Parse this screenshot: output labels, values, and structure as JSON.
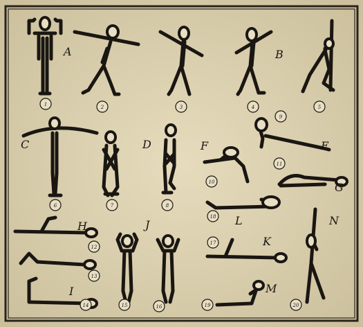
{
  "letters": [
    "A",
    "B",
    "C",
    "D",
    "F",
    "E",
    "G",
    "H",
    "J",
    "L",
    "K",
    "I",
    "N",
    "M"
  ],
  "numbers": [
    "1",
    "2",
    "3",
    "4",
    "5",
    "6",
    "7",
    "8",
    "9",
    "10",
    "11",
    "12",
    "13",
    "14",
    "15",
    "16",
    "17",
    "18",
    "19",
    "20"
  ],
  "colors": {
    "paper": "#d9cfb0",
    "ink": "#1a1612",
    "frame": "#2a241c"
  }
}
